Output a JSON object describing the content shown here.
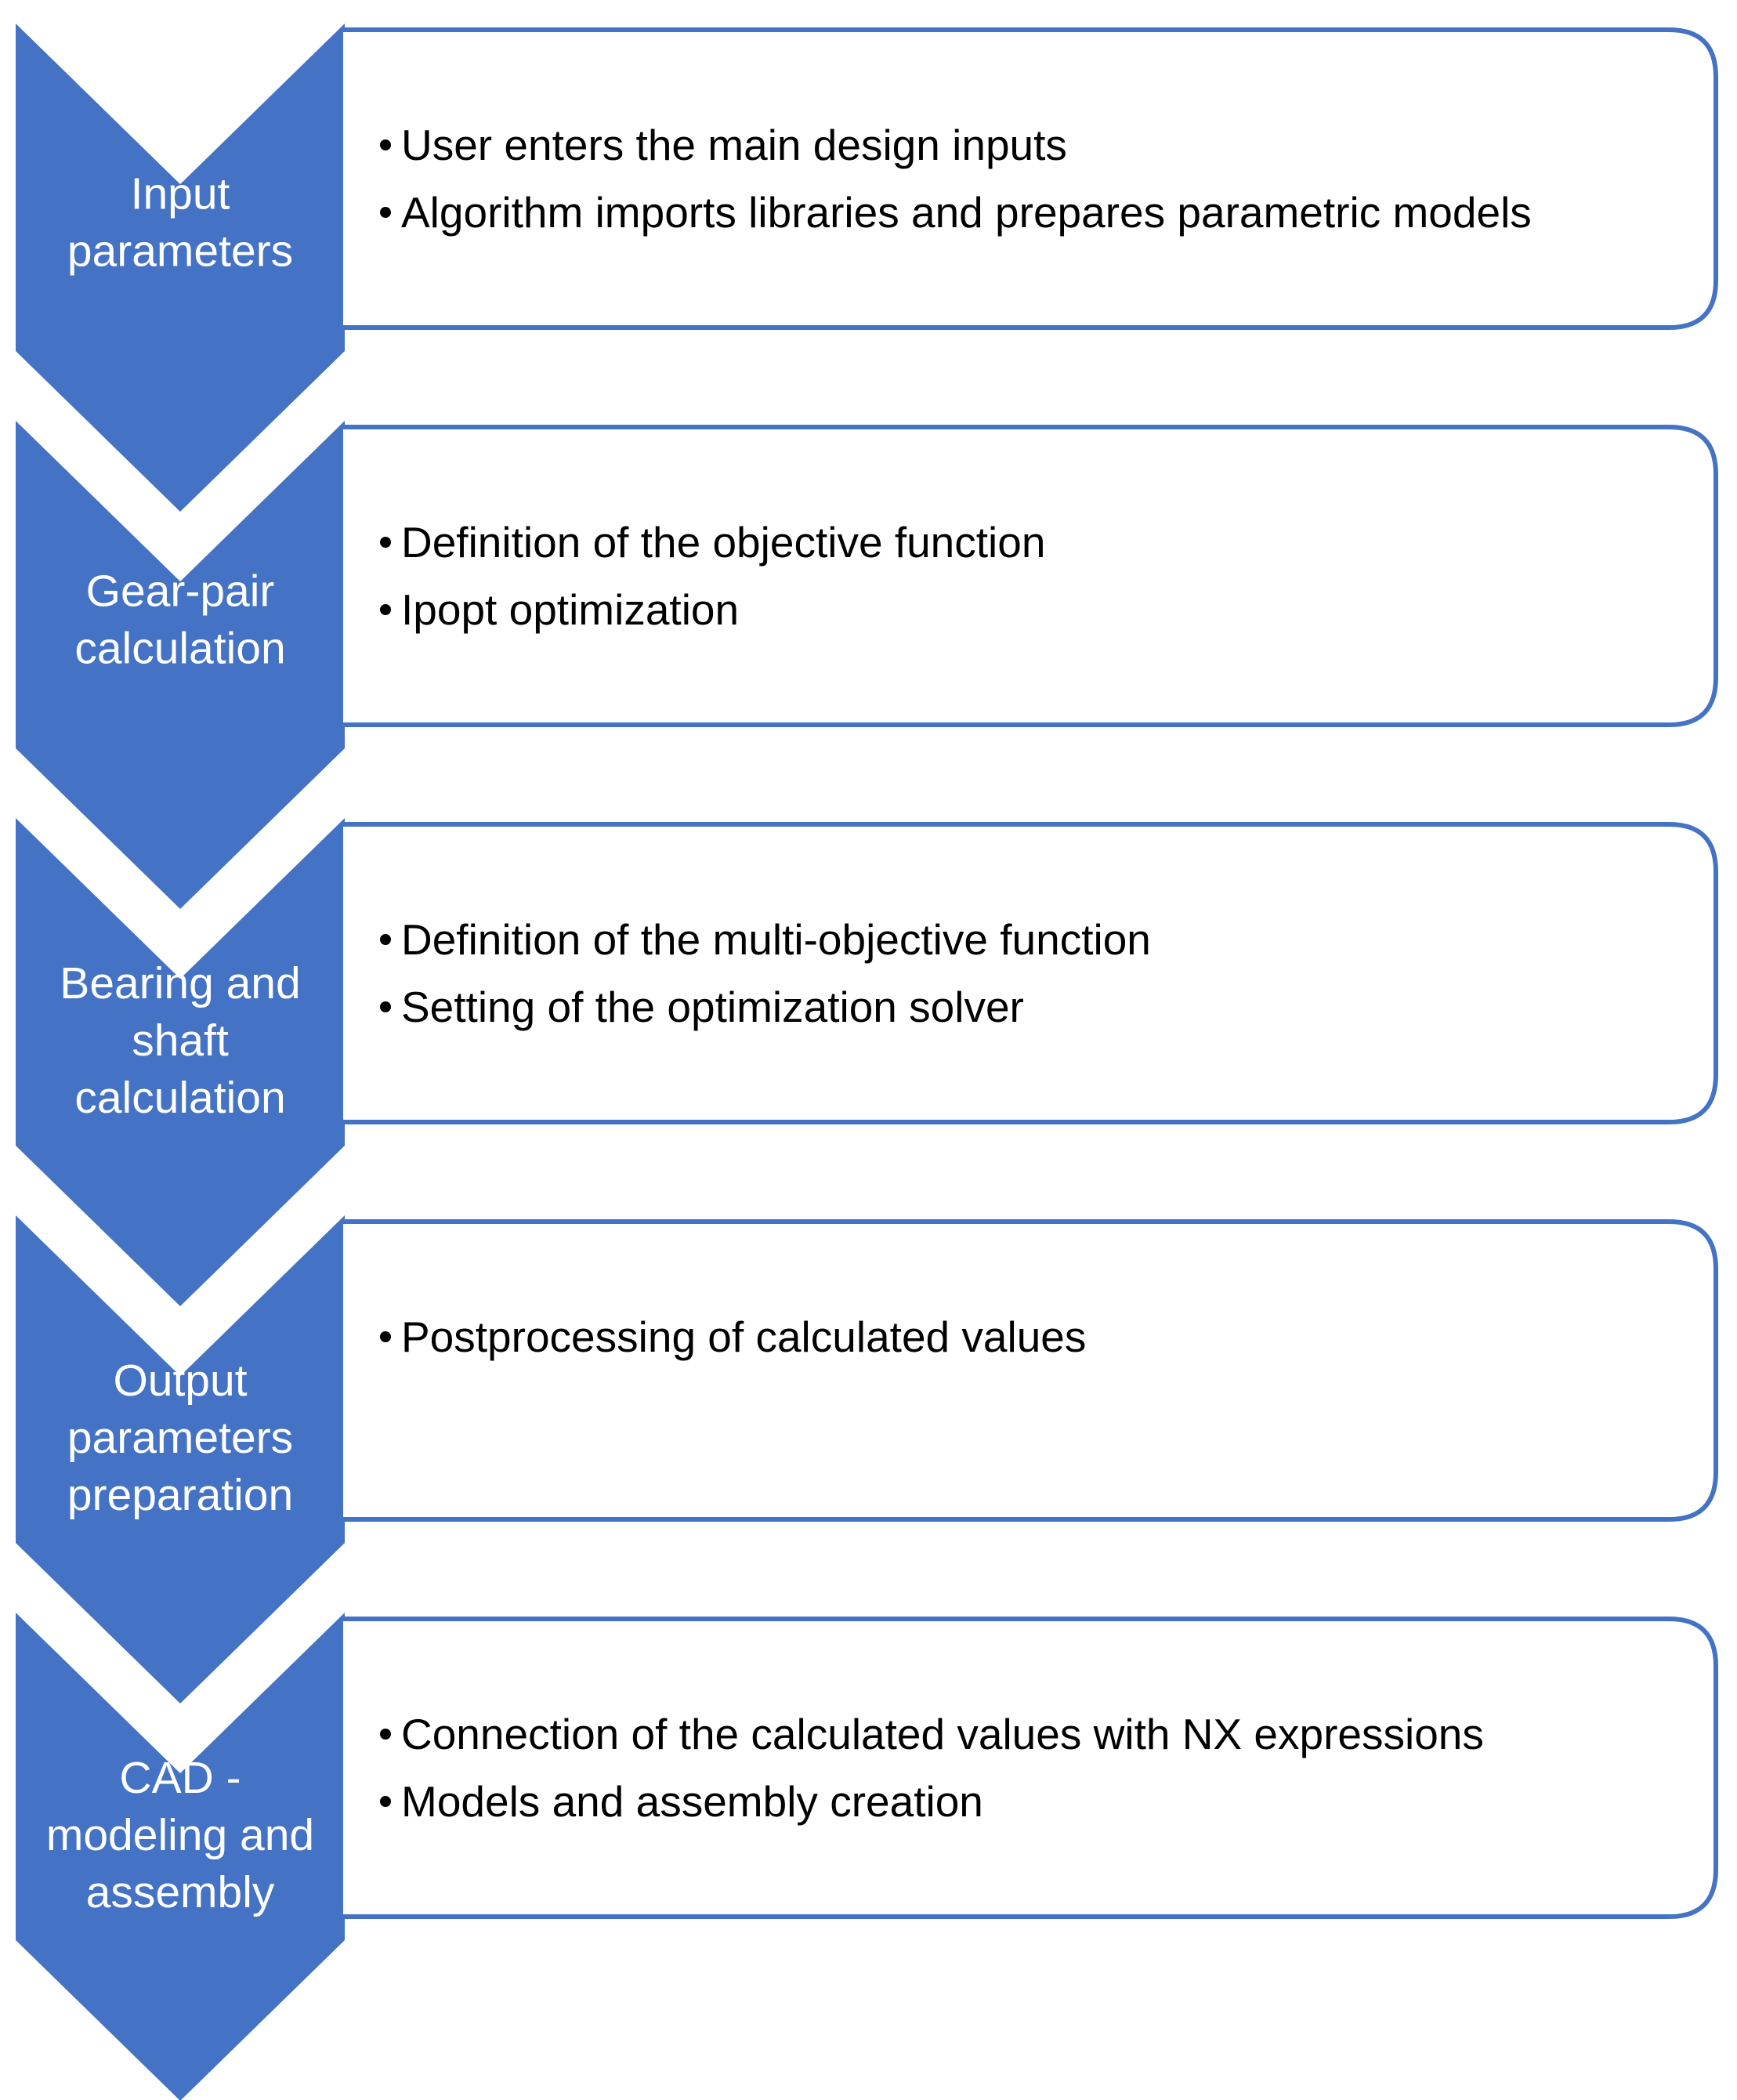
{
  "colors": {
    "accent": "#4472C4",
    "box_fill": "#ffffff",
    "label_text": "#ffffff",
    "body_text": "#000000"
  },
  "steps": [
    {
      "label_lines": [
        "Input",
        "parameters"
      ],
      "bullets": [
        "User enters the main design inputs",
        "Algorithm imports libraries and prepares parametric models"
      ]
    },
    {
      "label_lines": [
        "Gear-pair",
        "calculation"
      ],
      "bullets": [
        "Definition of the objective function",
        "Ipopt optimization"
      ]
    },
    {
      "label_lines": [
        "Bearing and",
        "shaft",
        "calculation"
      ],
      "bullets": [
        "Definition of the multi-objective function",
        "Setting of the optimization solver"
      ]
    },
    {
      "label_lines": [
        "Output",
        "parameters",
        "preparation"
      ],
      "bullets": [
        "Postprocessing of calculated values"
      ]
    },
    {
      "label_lines": [
        "CAD -",
        "modeling and",
        "assembly"
      ],
      "bullets": [
        "Connection of the calculated values with NX expressions",
        "Models and assembly creation"
      ]
    }
  ]
}
